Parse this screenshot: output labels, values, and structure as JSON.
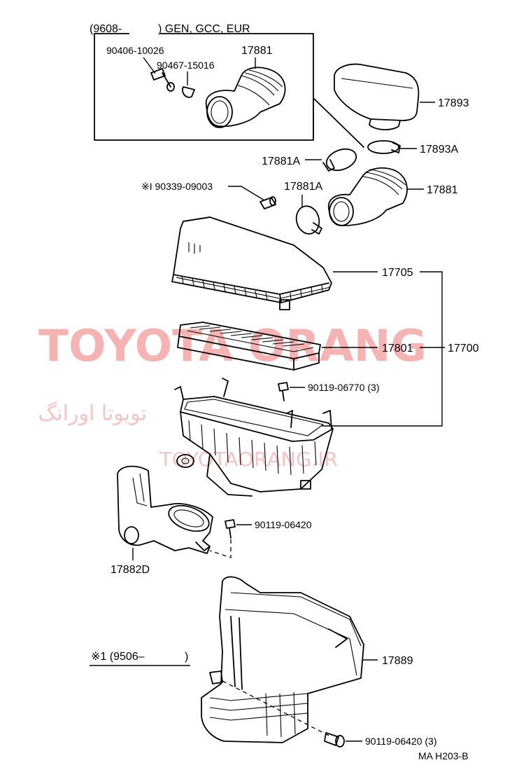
{
  "inset_header": {
    "code": "(9608-",
    "models": ") GEN, GCC, EUR"
  },
  "labels": {
    "p90406": "90406-10026",
    "p90467": "90467-15016",
    "p17881_inset": "17881",
    "p17893": "17893",
    "p17893A": "17893A",
    "p17881A_top": "17881A",
    "p17881A_mid": "17881A",
    "p17881": "17881",
    "p90339": "※I 90339-09003",
    "p17705": "17705",
    "p17801": "17801",
    "p17700": "17700",
    "p90119_06770": "90119-06770 (3)",
    "p90119_06420": "90119-06420",
    "p17882D": "17882D",
    "p17889": "17889",
    "p90119_06420_3": "90119-06420 (3)"
  },
  "variant_note": {
    "code": "※1 (9506–",
    "close": ")"
  },
  "footer_code": "MA H203-B",
  "watermark": {
    "main": "TOYOTA ORANG",
    "farsi": "تویوتا اورانگ",
    "site": "TOYOTAORANG.IR"
  },
  "colors": {
    "watermark": "#f6b3b3",
    "ink": "#000000",
    "background": "#ffffff"
  }
}
